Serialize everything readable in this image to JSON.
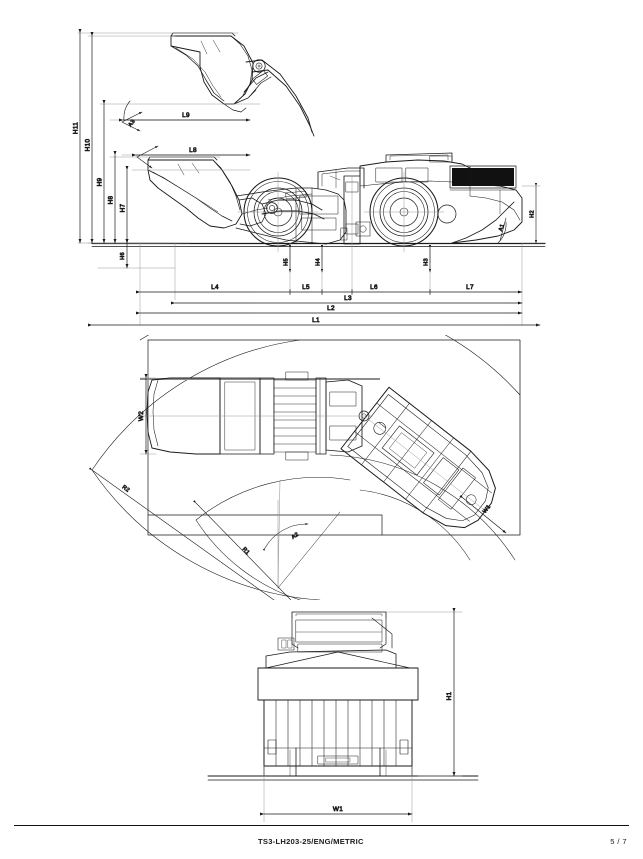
{
  "document": {
    "code": "TS3-LH203-25/ENG/METRIC",
    "page": "5 / 7"
  },
  "views": {
    "side": {
      "name": "side-elevation-view",
      "vertical_dims": [
        "H11",
        "H10",
        "H9",
        "H8",
        "H7",
        "H6",
        "H5",
        "H4",
        "H3",
        "H2"
      ],
      "horizontal_dims": [
        "L9",
        "L8",
        "L4",
        "L5",
        "L6",
        "L7",
        "L3",
        "L2",
        "L1"
      ],
      "angles": [
        "A3",
        "A1"
      ]
    },
    "plan": {
      "name": "plan-top-view",
      "dims": [
        "W2",
        "W1"
      ],
      "radii": [
        "R2",
        "R1"
      ],
      "angles": [
        "A2"
      ]
    },
    "front": {
      "name": "front-elevation-view",
      "dims": [
        "H1",
        "W1"
      ]
    }
  },
  "labels": {
    "H1": "H1",
    "H2": "H2",
    "H3": "H3",
    "H4": "H4",
    "H5": "H5",
    "H6": "H6",
    "H7": "H7",
    "H8": "H8",
    "H9": "H9",
    "H10": "H10",
    "H11": "H11",
    "L1": "L1",
    "L2": "L2",
    "L3": "L3",
    "L4": "L4",
    "L5": "L5",
    "L6": "L6",
    "L7": "L7",
    "L8": "L8",
    "L9": "L9",
    "W1": "W1",
    "W2": "W2",
    "R1": "R1",
    "R2": "R2",
    "A1": "A1",
    "A2": "A2",
    "A3": "A3"
  },
  "colors": {
    "line": "#1a1a1a",
    "thin": "#333333",
    "construction": "#8c8c8c",
    "fill_dark": "#111111",
    "background": "#ffffff"
  }
}
